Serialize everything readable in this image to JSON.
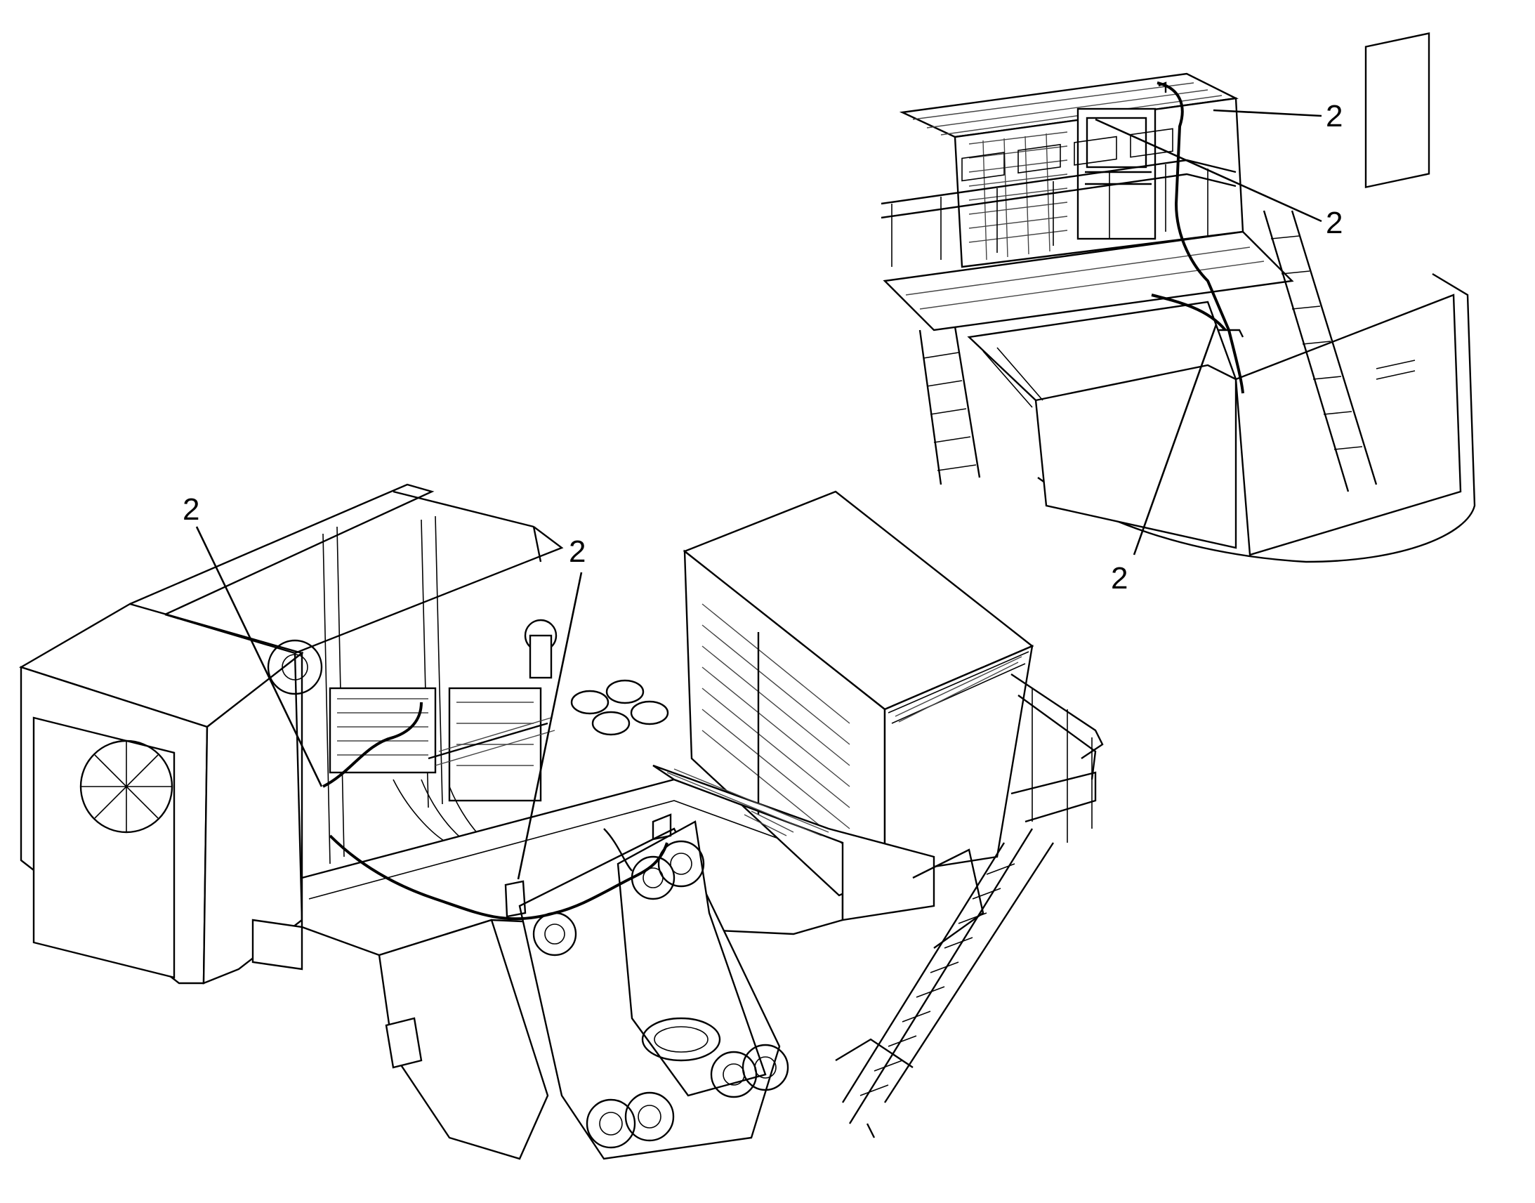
{
  "callouts": [
    {
      "id": "inset-top",
      "label": "2"
    },
    {
      "id": "inset-middle",
      "label": "2"
    },
    {
      "id": "inset-bottom",
      "label": "2"
    },
    {
      "id": "main-left",
      "label": "2"
    },
    {
      "id": "main-center",
      "label": "2"
    }
  ],
  "colors": {
    "ink": "#000000",
    "background": "#ffffff"
  }
}
